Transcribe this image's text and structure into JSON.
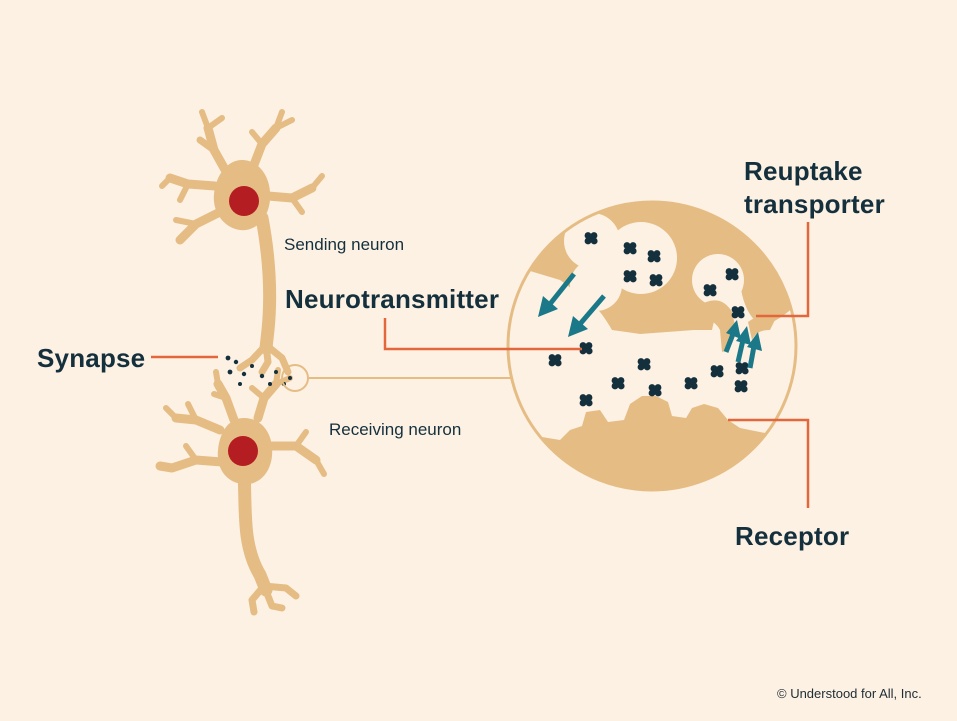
{
  "labels": {
    "sending_neuron": "Sending neuron",
    "receiving_neuron": "Receiving neuron",
    "synapse": "Synapse",
    "neurotransmitter": "Neurotransmitter",
    "reuptake_line1": "Reuptake",
    "reuptake_line2": "transporter",
    "receptor": "Receptor"
  },
  "footer": {
    "copyright": "© Understood for All, Inc."
  },
  "colors": {
    "background": "#fdf1e4",
    "neuron": "#e5bd84",
    "nucleus": "#b41d22",
    "leader_line": "#e2673a",
    "arrow": "#1b7888",
    "molecule": "#14303d",
    "text": "#14303d"
  }
}
